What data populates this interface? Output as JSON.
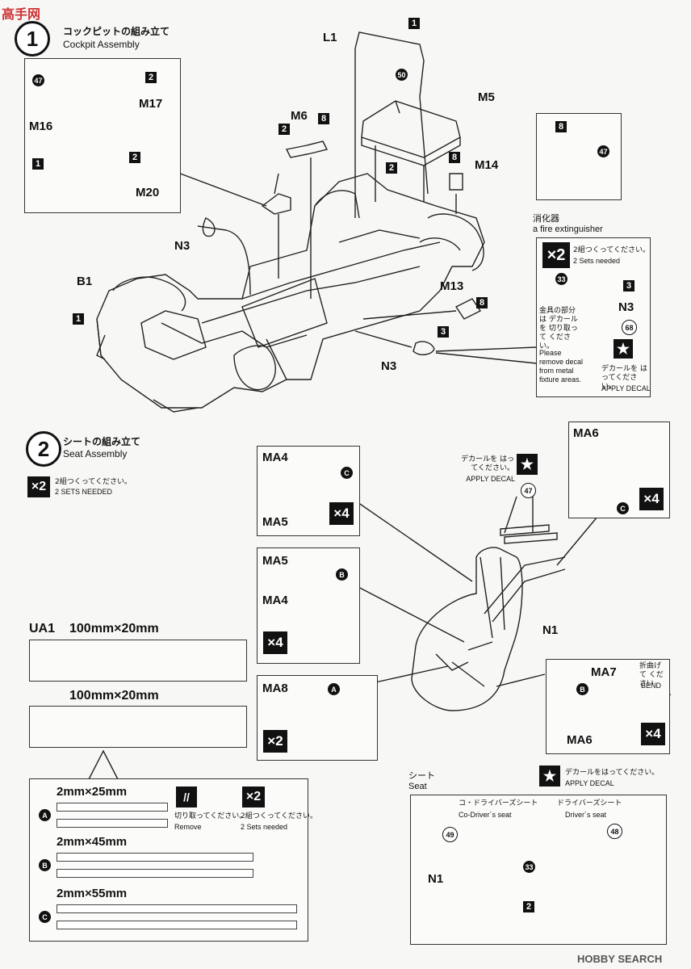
{
  "watermark_top": "高手网",
  "watermark_bottom": "HOBBY SEARCH",
  "step1": {
    "number": "1",
    "title_jp": "コックピットの組み立て",
    "title_en": "Cockpit Assembly",
    "parts": {
      "l1": "L1",
      "m5": "M5",
      "m6": "M6",
      "m14": "M14",
      "m13": "M13",
      "m16": "M16",
      "m17": "M17",
      "m20": "M20",
      "b1": "B1",
      "n3a": "N3",
      "n3b": "N3",
      "n3c": "N3"
    },
    "callouts": {
      "c1a": "1",
      "c1b": "1",
      "c1c": "1",
      "c2a": "2",
      "c2b": "2",
      "c2c": "2",
      "c2d": "2",
      "c3a": "3",
      "c3b": "3",
      "c8a": "8",
      "c8b": "8",
      "c8c": "8",
      "c8d": "8",
      "c47a": "47",
      "c47b": "47",
      "c50": "50",
      "c33": "33",
      "c68": "68"
    }
  },
  "extinguisher": {
    "title_jp": "消化器",
    "title_en": "a fire extinguisher",
    "mult": "×2",
    "sets_jp": "2組つくってください。",
    "sets_en": "2 Sets needed",
    "remove_jp": "金具の部分は デカールを 切り取って ください。",
    "remove_en": "Please remove decal from metal fixture areas.",
    "decal_jp": "デカールを はってください。",
    "decal_en": "APPLY DECAL"
  },
  "step2": {
    "number": "2",
    "title_jp": "シートの組み立て",
    "title_en": "Seat Assembly",
    "mult": "×2",
    "sets_jp": "2組つくってください。",
    "sets_en": "2 SETS NEEDED",
    "parts": {
      "ma4a": "MA4",
      "ma5a": "MA5",
      "ma5b": "MA5",
      "ma4b": "MA4",
      "ma6a": "MA6",
      "ma7": "MA7",
      "ma6b": "MA6",
      "ma8": "MA8",
      "n1a": "N1",
      "n1b": "N1"
    },
    "mults": {
      "x4a": "×4",
      "x4b": "×4",
      "x4c": "×4",
      "x4d": "×4",
      "x2a": "×2"
    },
    "letters": {
      "a1": "A",
      "b1": "B",
      "b2": "B",
      "c1": "C",
      "c2": "C"
    },
    "decal_jp": "デカールを はってください。",
    "decal_en": "APPLY DECAL",
    "c47": "47",
    "bend_jp": "折曲げて ください",
    "bend_en": "BEND"
  },
  "ua1": {
    "label": "UA1",
    "size1": "100mm×20mm",
    "size2": "100mm×20mm"
  },
  "straps": {
    "a_size": "2mm×25mm",
    "b_size": "2mm×45mm",
    "c_size": "2mm×55mm",
    "a": "A",
    "b": "B",
    "c": "C",
    "remove_jp": "切り取ってください。",
    "remove_en": "Remove",
    "mult": "×2",
    "sets_jp": "2組つくってください。",
    "sets_en": "2 Sets needed"
  },
  "seat_panel": {
    "title_jp": "シート",
    "title_en": "Seat",
    "decal_jp": "デカールをはってください。",
    "decal_en": "APPLY DECAL",
    "codriver_jp": "コ・ドライバーズシート",
    "codriver_en": "Co-Driver´s seat",
    "driver_jp": "ドライバーズシート",
    "driver_en": "Driver´s seat",
    "c49": "49",
    "c48": "48",
    "c33": "33",
    "c2": "2",
    "n1": "N1"
  }
}
